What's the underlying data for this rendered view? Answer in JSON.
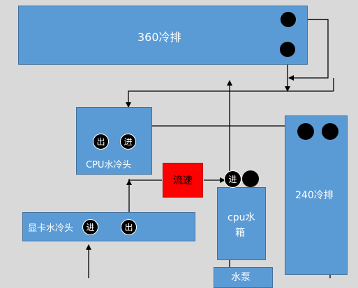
{
  "components": {
    "radiator_360": {
      "label": "360冷排"
    },
    "cpu_block": {
      "label": "CPU水冷头",
      "out_label": "出",
      "in_label": "进"
    },
    "gpu_block": {
      "label": "显卡水冷头",
      "in_label": "进",
      "out_label": "出"
    },
    "flow_meter": {
      "label": "流速"
    },
    "reservoir": {
      "label_line1": "cpu水",
      "label_line2": "箱",
      "in_label": "进"
    },
    "pump": {
      "label": "水泵"
    },
    "radiator_240": {
      "label": "240冷排"
    }
  },
  "colors": {
    "component_fill": "#5b9bd5",
    "flow_meter_fill": "#ff0000",
    "background": "#d9d9d9",
    "line": "#000000"
  }
}
